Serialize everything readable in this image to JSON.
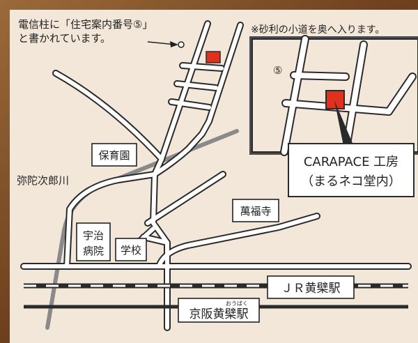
{
  "notes": {
    "pole": [
      "電信柱に「住宅案内番号⑤」",
      "と書かれています。"
    ],
    "gravel": "※砂利の小道を奥へ入ります。"
  },
  "inset": {
    "number": "⑤"
  },
  "callout": {
    "line1": "CARAPACE 工房",
    "line2": "（まるネコ堂内）"
  },
  "labels": {
    "nursery": "保育園",
    "river": "弥陀次郎川",
    "temple": "萬福寺",
    "hospital_1": "宇治",
    "hospital_2": "病院",
    "school": "学校",
    "jr_station": "ＪＲ黄檗駅",
    "keihan_station": "京阪黄檗駅",
    "keihan_ruby": "おうばく"
  },
  "colors": {
    "frame": "#7a4a22",
    "paper": "#f3e7d9",
    "road": "#ffffff",
    "road_edge": "#2a2a2a",
    "river": "#8a8a8a",
    "marker": "#e0301e",
    "inset_bg": "#4a4a4a"
  }
}
